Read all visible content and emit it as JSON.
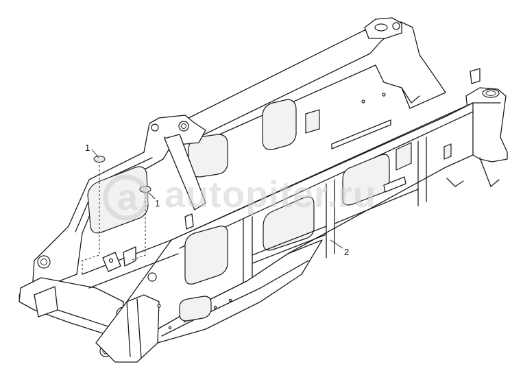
{
  "callouts": {
    "plug_upper": "1",
    "plug_lower": "1",
    "frame": "2"
  },
  "watermark": {
    "text": "autopiter.ru",
    "logo_letter": "a"
  },
  "colors": {
    "line": "#1a1a1a",
    "panel_fill": "#f2f2f2",
    "watermark": "#cfcfcf"
  }
}
